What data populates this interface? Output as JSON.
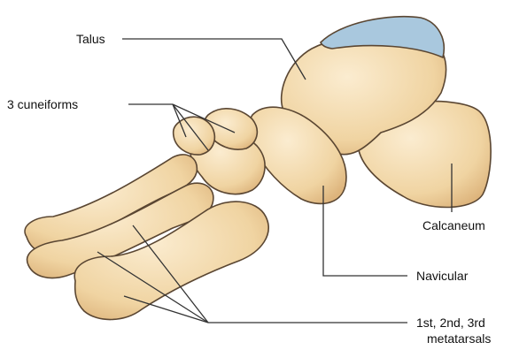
{
  "labels": {
    "talus": "Talus",
    "cuneiforms": "3 cuneiforms",
    "calcaneum": "Calcaneum",
    "navicular": "Navicular",
    "metatarsals_line1": "1st, 2nd, 3rd",
    "metatarsals_line2": "metatarsals"
  },
  "colors": {
    "bone_fill": "#f3dcb0",
    "bone_shade": "#dcb27a",
    "bone_outline": "#5a4632",
    "cartilage": "#a9c8de",
    "leader_line": "#333333"
  }
}
